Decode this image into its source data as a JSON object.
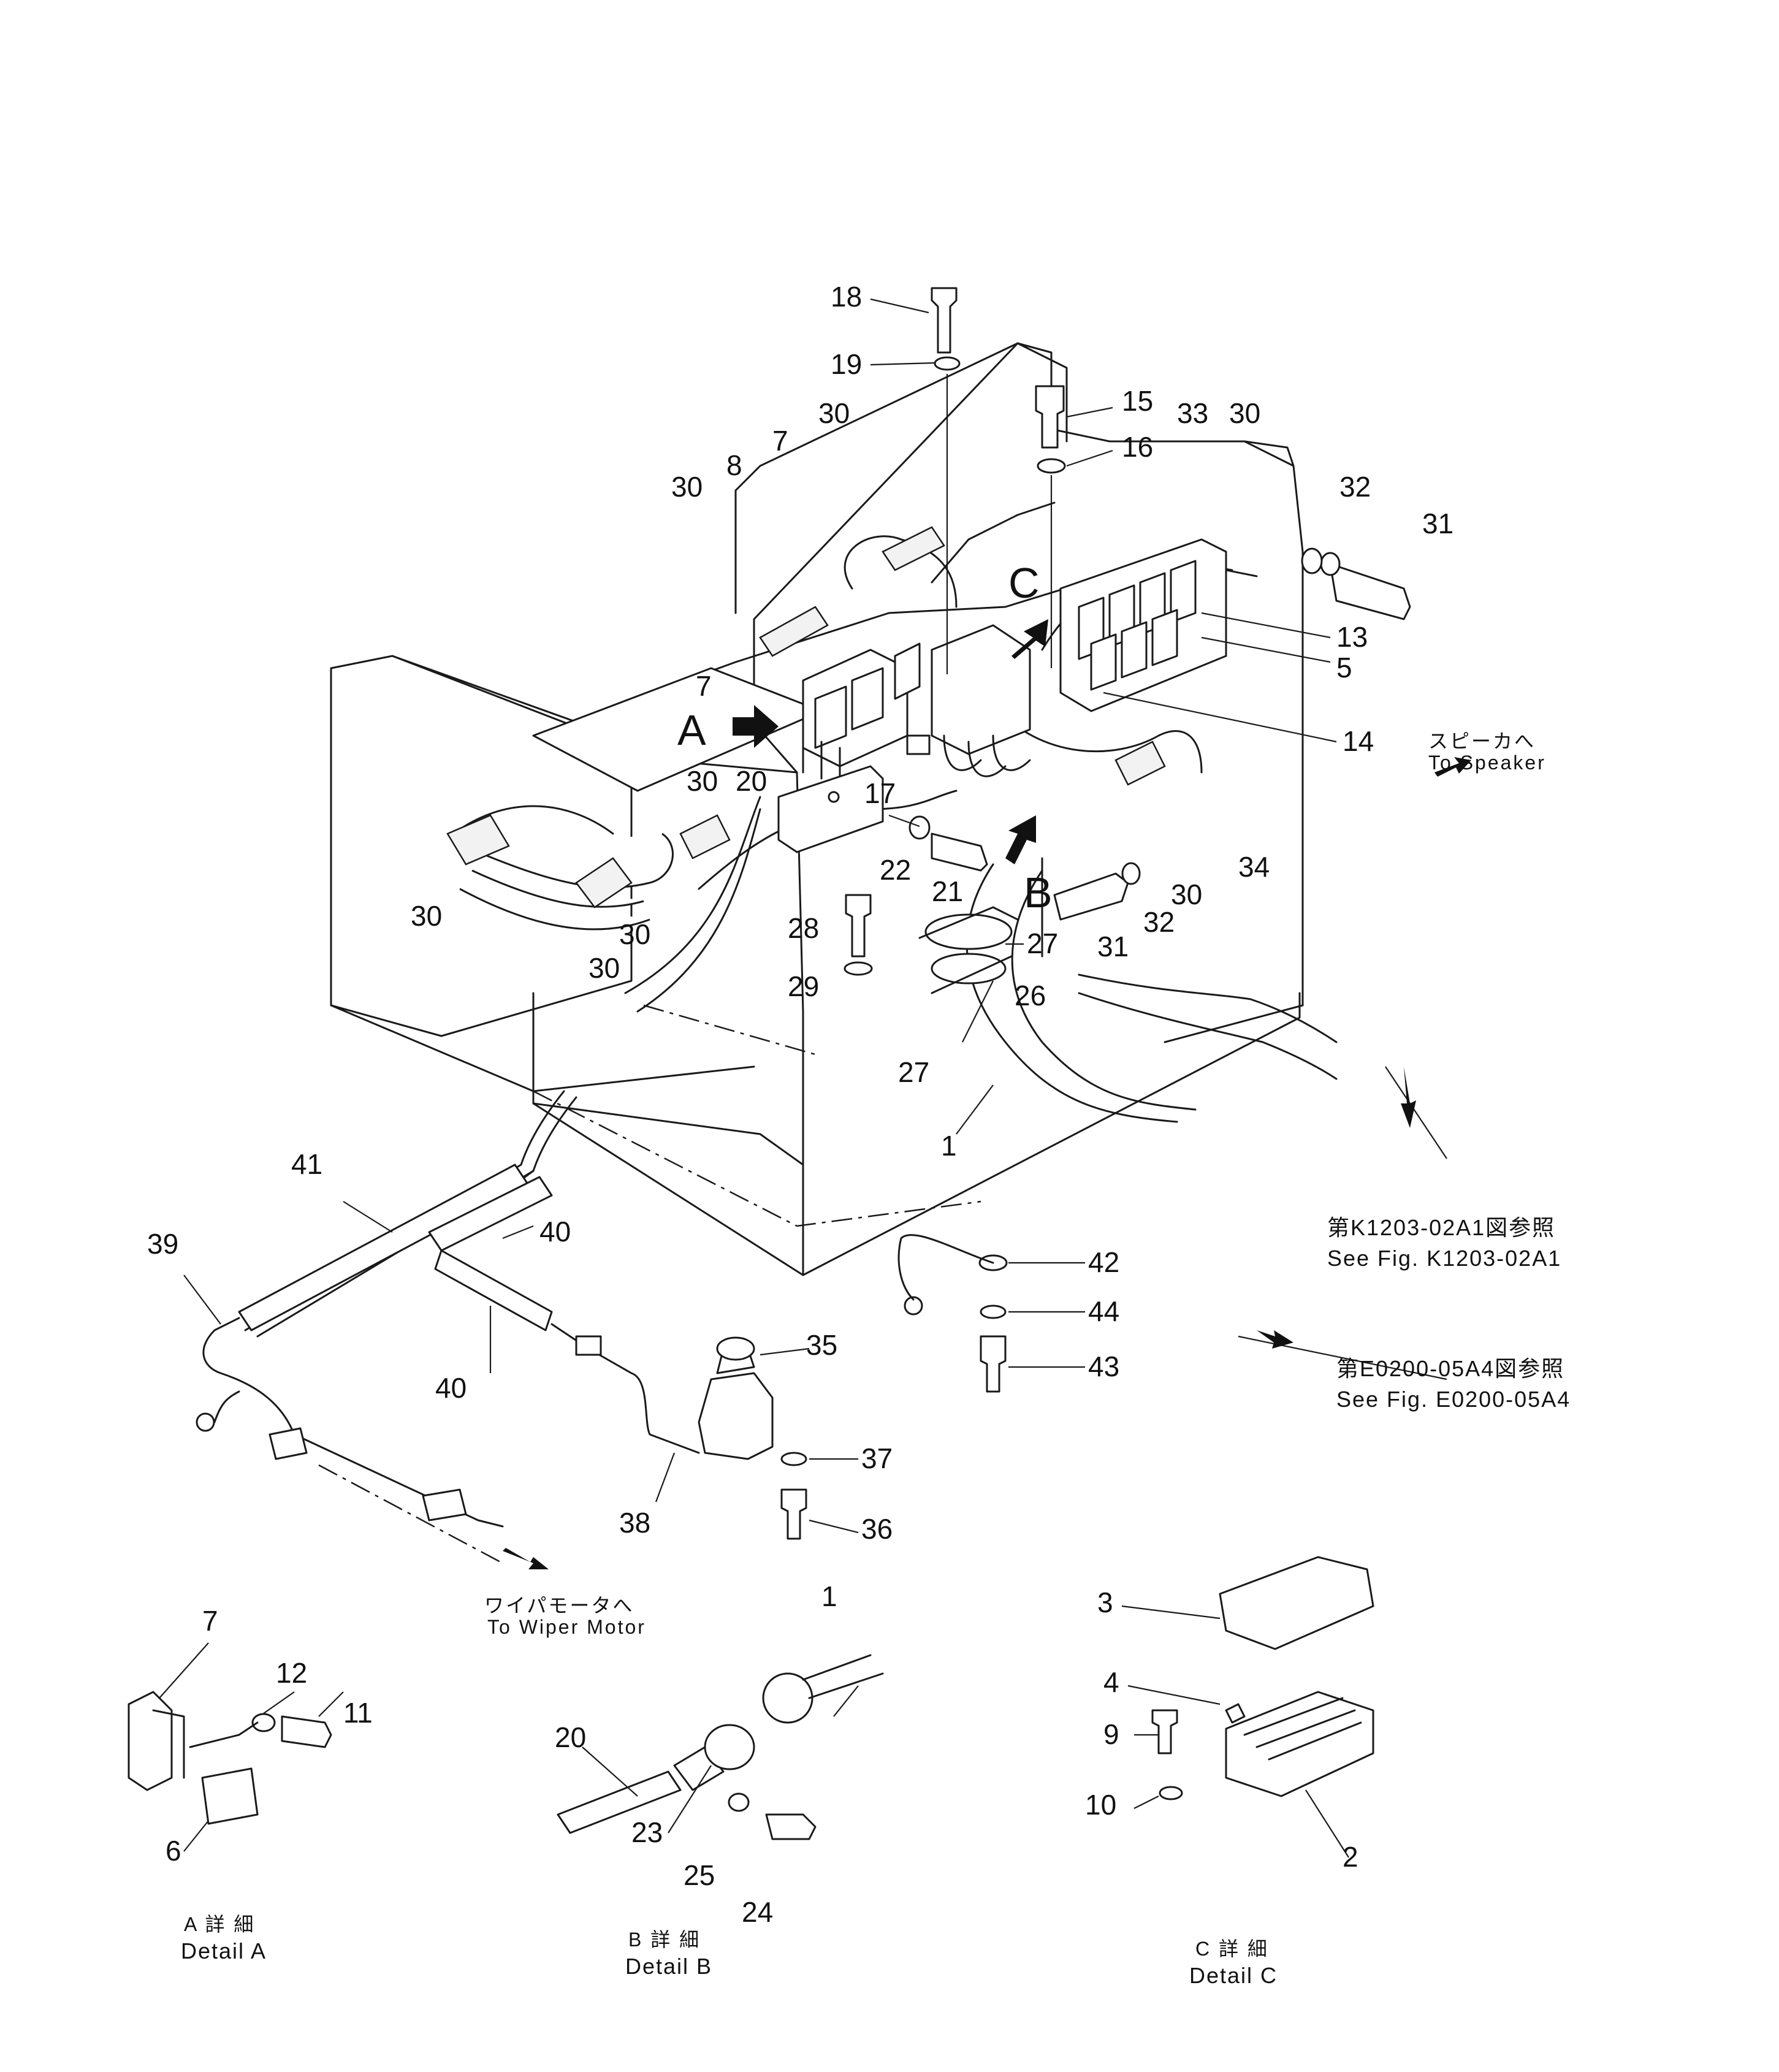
{
  "view_letters": {
    "a": "A",
    "b": "B",
    "c": "C"
  },
  "notes": {
    "speaker_jp": "スピーカへ",
    "speaker_en": "To Speaker",
    "wiper_jp": "ワイパモータへ",
    "wiper_en": "To Wiper Motor",
    "fig1_jp": "第K1203-02A1図参照",
    "fig1_en": "See Fig. K1203-02A1",
    "fig2_jp": "第E0200-05A4図参照",
    "fig2_en": "See Fig. E0200-05A4"
  },
  "details": {
    "a_jp": "A 詳 細",
    "a_en": "Detail A",
    "b_jp": "B 詳 細",
    "b_en": "Detail B",
    "c_jp": "C 詳 細",
    "c_en": "Detail C"
  },
  "callouts": [
    "18",
    "19",
    "15",
    "16",
    "30",
    "33",
    "30",
    "8",
    "7",
    "30",
    "32",
    "31",
    "C",
    "13",
    "5",
    "7",
    "14",
    "30",
    "20",
    "17",
    "22",
    "21",
    "30",
    "34",
    "30",
    "28",
    "31",
    "32",
    "30",
    "27",
    "26",
    "29",
    "27",
    "1",
    "41",
    "40",
    "39",
    "42",
    "44",
    "40",
    "35",
    "43",
    "37",
    "38",
    "36",
    "3",
    "1",
    "7",
    "12",
    "11",
    "4",
    "9",
    "20",
    "10",
    "6",
    "23",
    "25",
    "2",
    "24",
    "30"
  ]
}
